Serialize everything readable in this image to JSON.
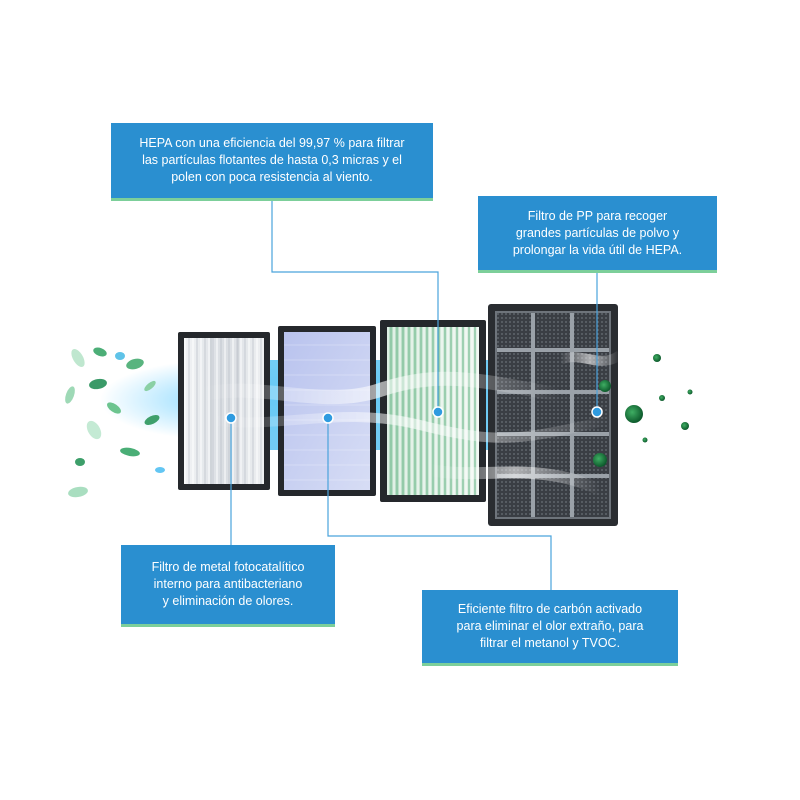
{
  "colors": {
    "callout_bg": "#2a8fd0",
    "callout_underline": "#7ccf9a",
    "connector": "#4aa3dc",
    "leaf_green": "#3a9a68",
    "dark_green": "#1e7a45",
    "frame": "#2d3035"
  },
  "callouts": {
    "hepa": "HEPA con una eficiencia del 99,97 % para filtrar\nlas partículas flotantes de hasta 0,3 micras y el\npolen con poca resistencia al viento.",
    "pp": "Filtro de PP para recoger\ngrandes partículas de polvo y\nprolongar la vida útil de HEPA.",
    "metal": "Filtro de metal fotocatalítico\ninterno para antibacteriano\ny eliminación de olores.",
    "carbon": "Eficiente filtro de carbón activado\npara eliminar el olor extraño, para\nfiltrar el metanol y TVOC."
  },
  "icons": {
    "leaf": "leaf-icon",
    "particle": "dust-particle-icon",
    "marker": "callout-marker-icon"
  }
}
